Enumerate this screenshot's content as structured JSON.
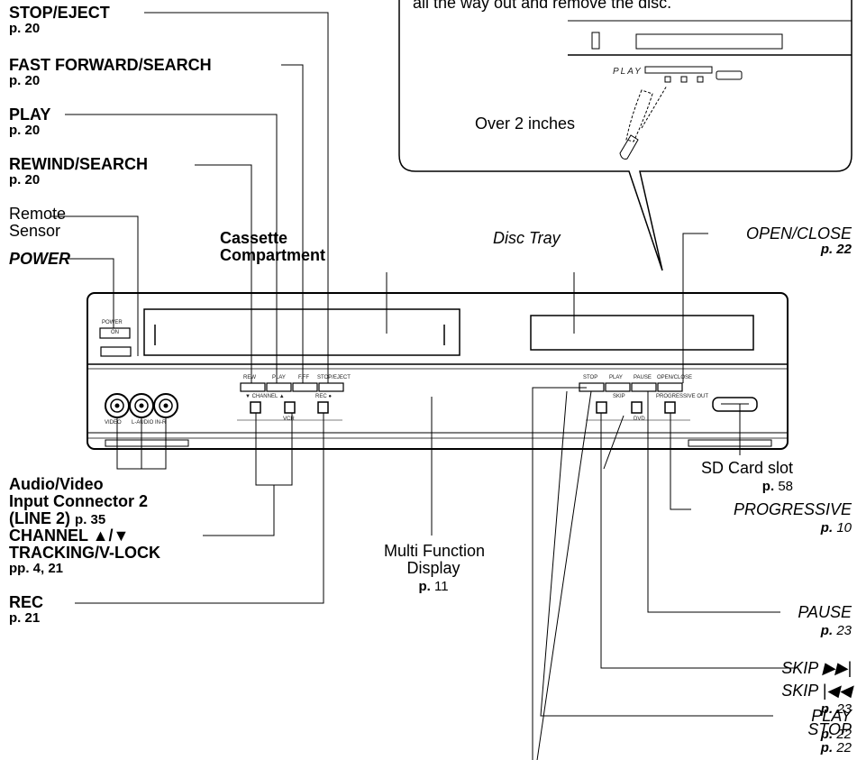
{
  "callout": {
    "top_text": "all the way out and remove the disc.",
    "note": "Over 2 inches",
    "mini_display": "PLAY"
  },
  "labels": {
    "stop_eject": {
      "name": "STOP/EJECT",
      "page": "p. 20"
    },
    "ff_search": {
      "name": "FAST FORWARD/SEARCH",
      "page": "p. 20"
    },
    "play_vcr": {
      "name": "PLAY",
      "page": "p. 20"
    },
    "rew_search": {
      "name": "REWIND/SEARCH",
      "page": "p. 20"
    },
    "remote_sensor": {
      "line1": "Remote",
      "line2": "Sensor"
    },
    "power": {
      "name": "POWER"
    },
    "cassette": {
      "line1": "Cassette",
      "line2": "Compartment"
    },
    "disc_tray": {
      "name": "Disc Tray"
    },
    "open_close": {
      "name": "OPEN/CLOSE",
      "page": "p. 22"
    },
    "av_input": {
      "line1": "Audio/Video",
      "line2": "Input Connector 2",
      "line3a": "(LINE 2)",
      "line3b": "p. 35"
    },
    "channel": {
      "line1": "CHANNEL ▲/▼",
      "line2": "TRACKING/V-LOCK",
      "page": "pp. 4, 21"
    },
    "rec": {
      "name": "REC",
      "page": "p. 21"
    },
    "mfd": {
      "line1": "Multi Function",
      "line2": "Display",
      "page_prefix": "p.",
      "page_num": "11"
    },
    "sd_card": {
      "name": "SD Card slot",
      "page_prefix": "p.",
      "page_num": "58"
    },
    "progressive": {
      "name": "PROGRESSIVE",
      "page_prefix": "p.",
      "page_num": "10"
    },
    "pause": {
      "name": "PAUSE",
      "page_prefix": "p.",
      "page_num": "23"
    },
    "skip_fwd": {
      "name": "SKIP ▶▶|"
    },
    "skip_back": {
      "name": "SKIP |◀◀",
      "page_prefix": "p.",
      "page_num": "23"
    },
    "play_dvd": {
      "name": "PLAY",
      "page_prefix": "p.",
      "page_num": "22"
    },
    "stop_dvd": {
      "name": "STOP",
      "page_prefix": "p.",
      "page_num": "22"
    }
  },
  "panel": {
    "power": "POWER",
    "on": "ON",
    "rewind": "REW",
    "play": "PLAY",
    "ffwd": "F.FF",
    "stop_eject": "STOP/EJECT",
    "channel": "▼  CHANNEL  ▲",
    "rec": "REC ●",
    "vcr": "VCR",
    "stop": "STOP",
    "play2": "PLAY",
    "pause": "PAUSE",
    "open_close": "OPEN/CLOSE",
    "skip": "SKIP",
    "progressive_out": "PROGRESSIVE OUT",
    "dvd": "DVD",
    "video": "VIDEO",
    "audio": "L-AUDIO IN-R"
  }
}
